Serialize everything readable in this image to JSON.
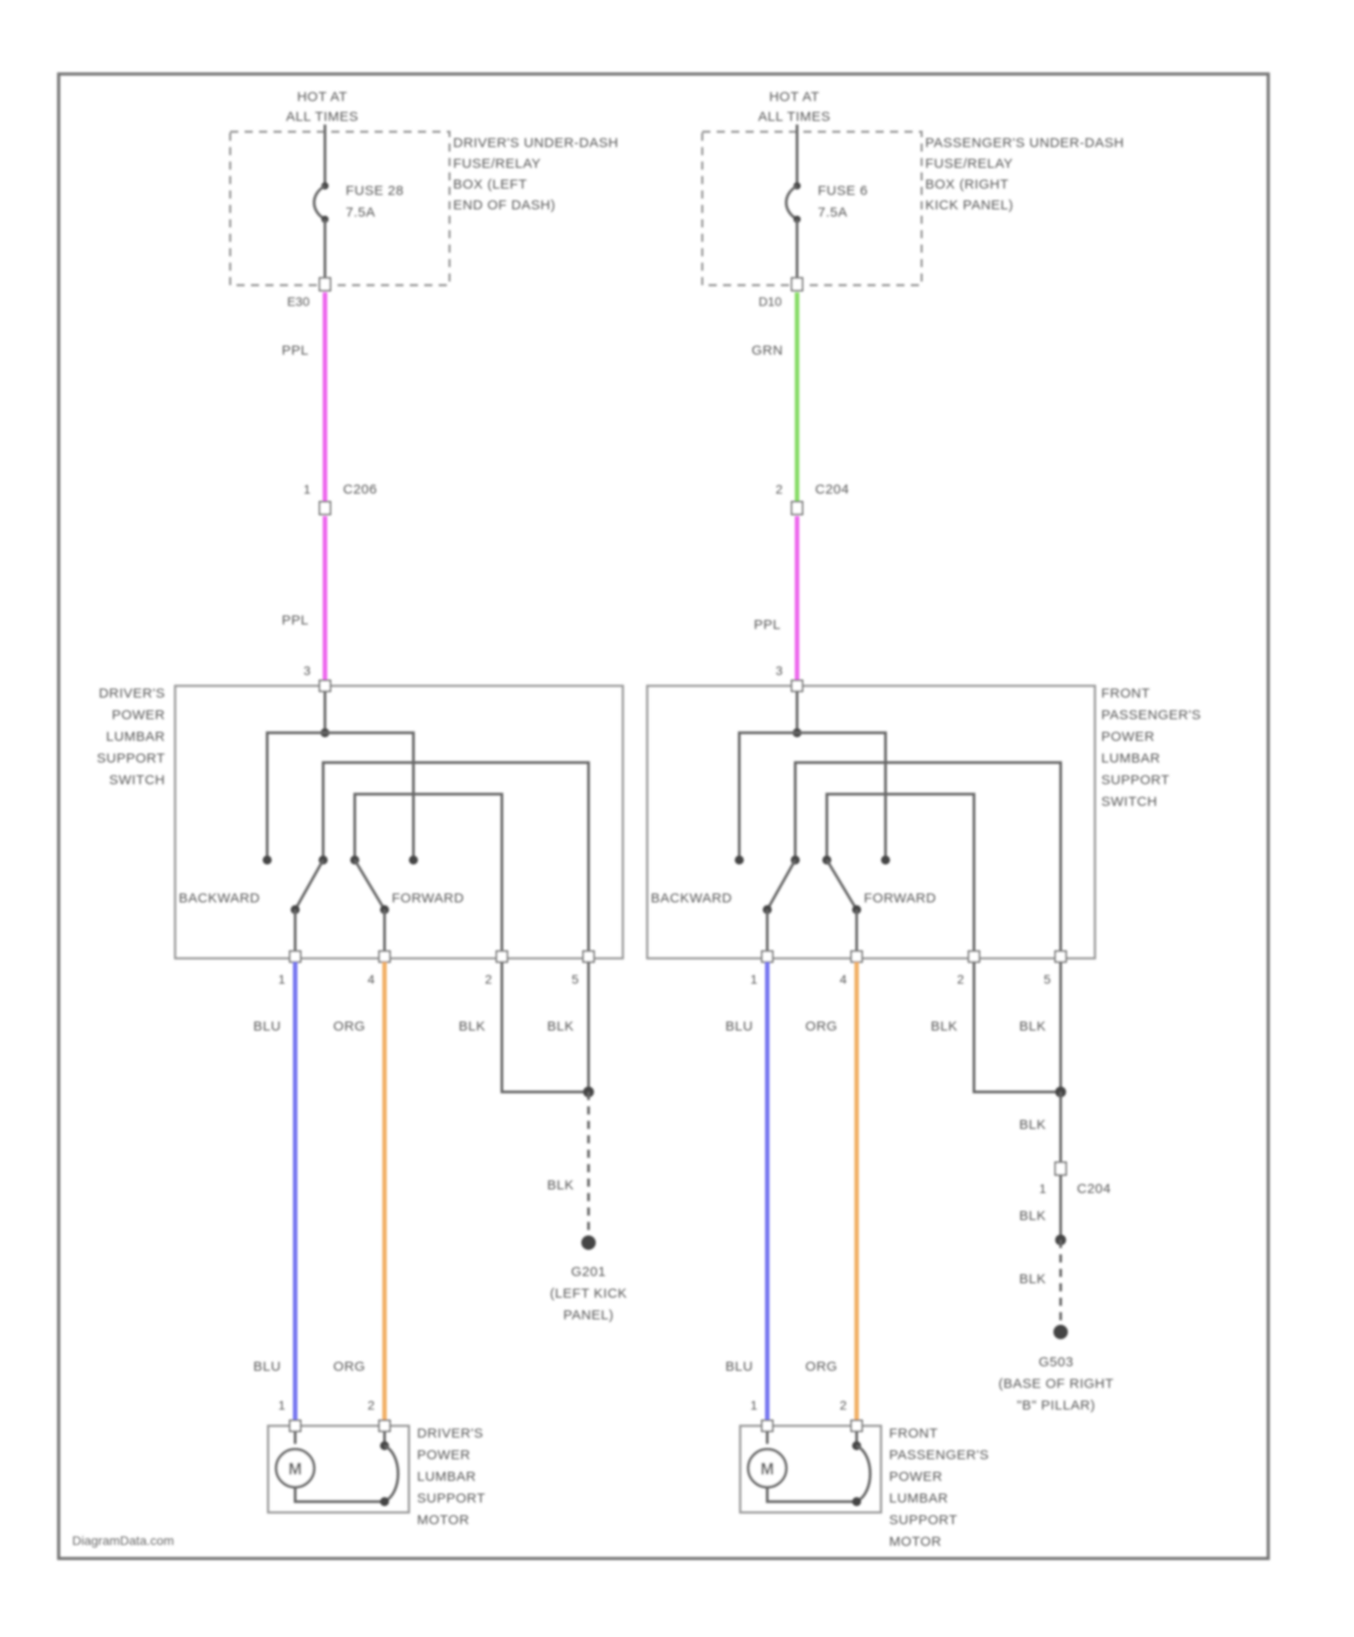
{
  "watermark": "DiagramData.com",
  "left": {
    "hot": [
      "HOT AT",
      "ALL TIMES"
    ],
    "fuse_box": [
      "DRIVER'S UNDER-DASH",
      "FUSE/RELAY",
      "BOX (LEFT",
      "END OF DASH)"
    ],
    "fuse": [
      "FUSE 28",
      "7.5A"
    ],
    "fuse_pin": "E30",
    "wire_top": "PPL",
    "conn_pin": "1",
    "conn_name": "C206",
    "wire_mid": "PPL",
    "switch_in_pin": "3",
    "switch_name": [
      "DRIVER'S",
      "POWER",
      "LUMBAR",
      "SUPPORT",
      "SWITCH"
    ],
    "backward": "BACKWARD",
    "forward": "FORWARD",
    "pins": [
      "1",
      "4",
      "2",
      "5"
    ],
    "wires": [
      "BLU",
      "ORG",
      "BLK",
      "BLK"
    ],
    "ground_wire": "BLK",
    "ground": [
      "G201",
      "(LEFT KICK",
      "PANEL)"
    ],
    "motor_wires": [
      "BLU",
      "ORG"
    ],
    "motor_pins": [
      "1",
      "2"
    ],
    "motor_symbol": "M",
    "motor_name": [
      "DRIVER'S",
      "POWER",
      "LUMBAR",
      "SUPPORT",
      "MOTOR"
    ]
  },
  "right": {
    "hot": [
      "HOT AT",
      "ALL TIMES"
    ],
    "fuse_box": [
      "PASSENGER'S UNDER-DASH",
      "FUSE/RELAY",
      "BOX (RIGHT",
      "KICK PANEL)"
    ],
    "fuse": [
      "FUSE 6",
      "7.5A"
    ],
    "fuse_pin": "D10",
    "wire_top": "GRN",
    "conn_pin": "2",
    "conn_name": "C204",
    "wire_mid": "PPL",
    "switch_in_pin": "3",
    "switch_name": [
      "FRONT",
      "PASSENGER'S",
      "POWER",
      "LUMBAR",
      "SUPPORT",
      "SWITCH"
    ],
    "backward": "BACKWARD",
    "forward": "FORWARD",
    "pins": [
      "1",
      "4",
      "2",
      "5"
    ],
    "wires": [
      "BLU",
      "ORG",
      "BLK",
      "BLK"
    ],
    "ground_wire_1": "BLK",
    "conn2_pin": "1",
    "conn2_name": "C204",
    "ground_wire_2": "BLK",
    "ground_wire_3": "BLK",
    "ground": [
      "G503",
      "(BASE OF RIGHT",
      "\"B\" PILLAR)"
    ],
    "motor_wires": [
      "BLU",
      "ORG"
    ],
    "motor_pins": [
      "1",
      "2"
    ],
    "motor_symbol": "M",
    "motor_name": [
      "FRONT",
      "PASSENGER'S",
      "POWER",
      "LUMBAR",
      "SUPPORT",
      "MOTOR"
    ]
  },
  "colors": {
    "ppl": "#ee66ee",
    "grn": "#88dd66",
    "blu": "#7777f0",
    "org": "#f2b066",
    "blk": "#666666",
    "frame": "#888888"
  }
}
